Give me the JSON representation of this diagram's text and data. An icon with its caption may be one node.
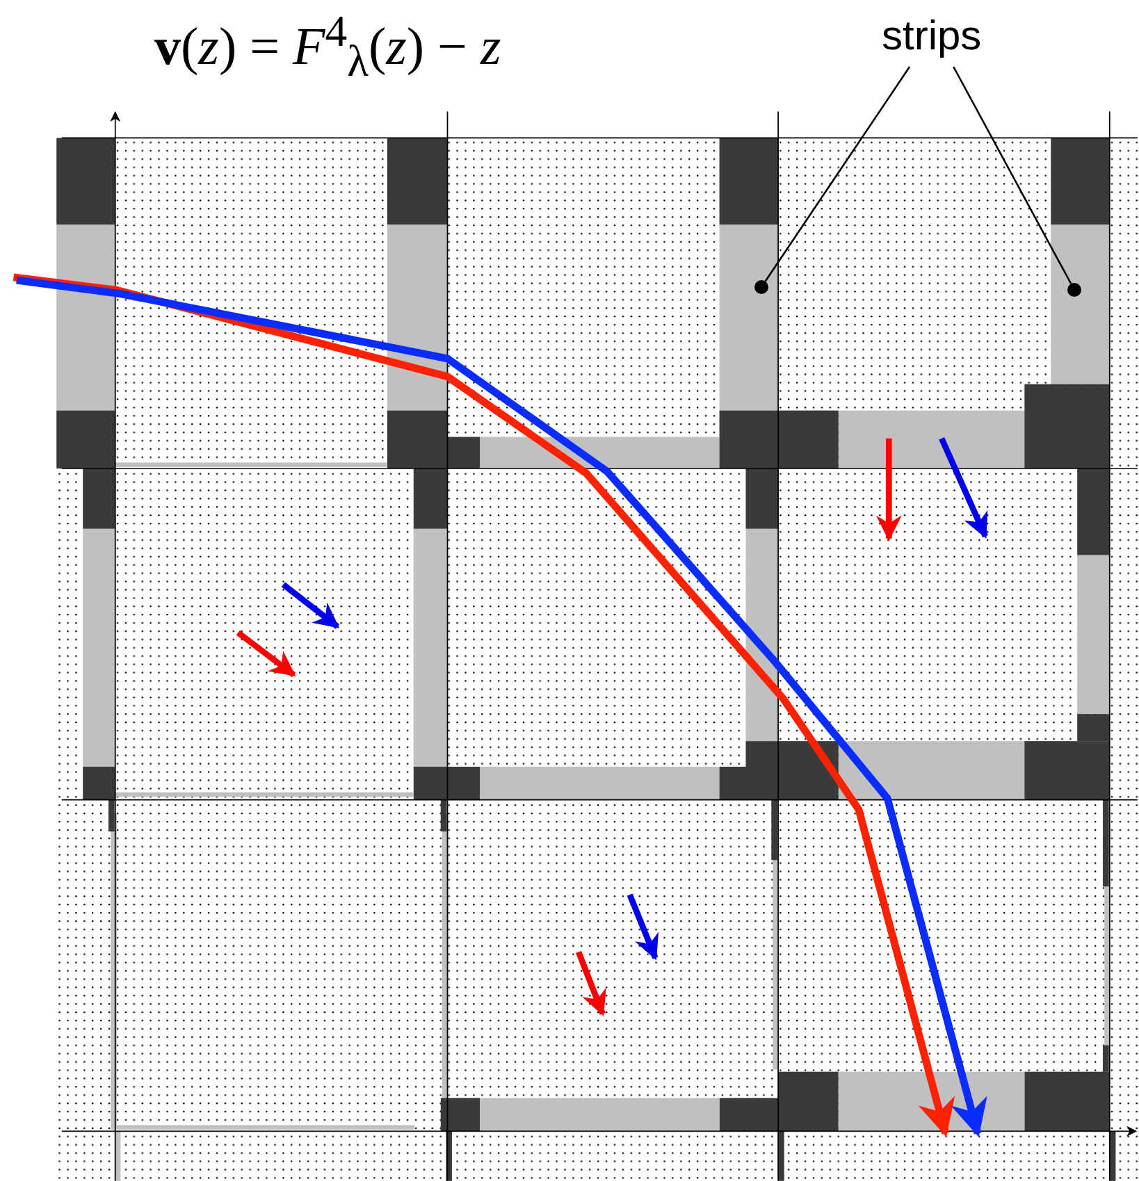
{
  "diagram": {
    "title": "**v**(*z*) = *F*$^{4}$$_{λ}$(*z*) − *z*",
    "nodes": [
      {
        "text": [
          "strips"
        ]
      },
      {
        "text": [],
        "shape": "circle"
      },
      {
        "text": [],
        "shape": "circle"
      }
    ],
    "edges": [
      {
        "from": 0,
        "to": 1,
        "arrow": "none"
      },
      {
        "from": 0,
        "to": 2,
        "arrow": "none"
      }
    ]
  }
}
